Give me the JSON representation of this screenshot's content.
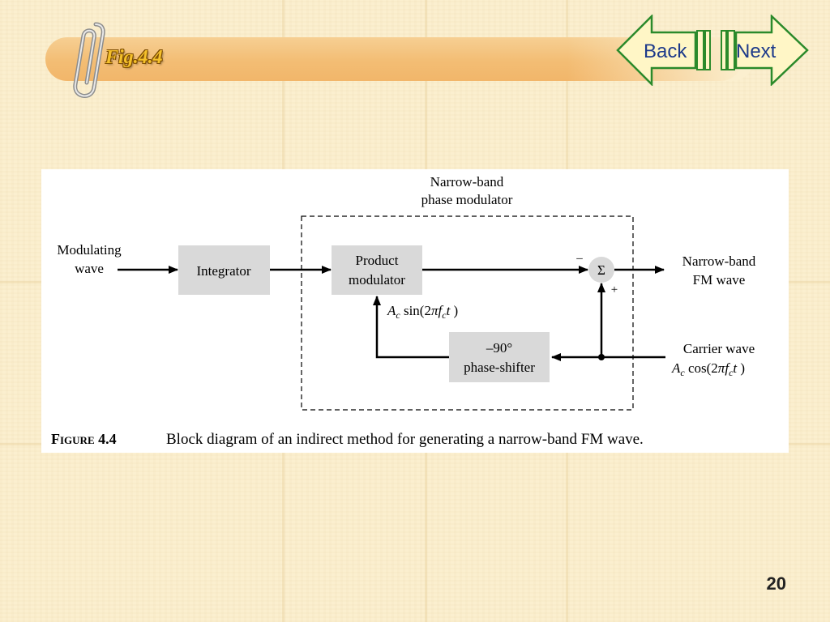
{
  "header": {
    "title": "Fig.4.4"
  },
  "nav": {
    "back_label": "Back",
    "next_label": "Next"
  },
  "diagram": {
    "group_label_line1": "Narrow-band",
    "group_label_line2": "phase modulator",
    "input_line1": "Modulating",
    "input_line2": "wave",
    "integrator": "Integrator",
    "product_line1": "Product",
    "product_line2": "modulator",
    "sum_symbol": "Σ",
    "minus_sign": "–",
    "plus_sign": "+",
    "output_line1": "Narrow-band",
    "output_line2": "FM wave",
    "shifter_line1": "–90°",
    "shifter_line2": "phase-shifter",
    "carrier_line1": "Carrier wave",
    "sin_A": "A",
    "sin_c": "c",
    "sin_rest1": " sin(2",
    "sin_pi": "π",
    "sin_f": "f",
    "sin_c2": "c",
    "sin_t": "t",
    "sin_close": " )",
    "cos_rest1": " cos(2",
    "caption_label": "Figure 4.4",
    "caption_text": "Block diagram of an indirect method for generating a narrow-band FM wave."
  },
  "footer": {
    "slide_number": "20"
  },
  "colors": {
    "background": "#fbefcf",
    "title_band": "#f3bd74",
    "title_text": "#f5c12b",
    "nav_fill": "#fff6c6",
    "nav_text": "#1d3a8a",
    "block_fill": "#d9d9d9"
  }
}
